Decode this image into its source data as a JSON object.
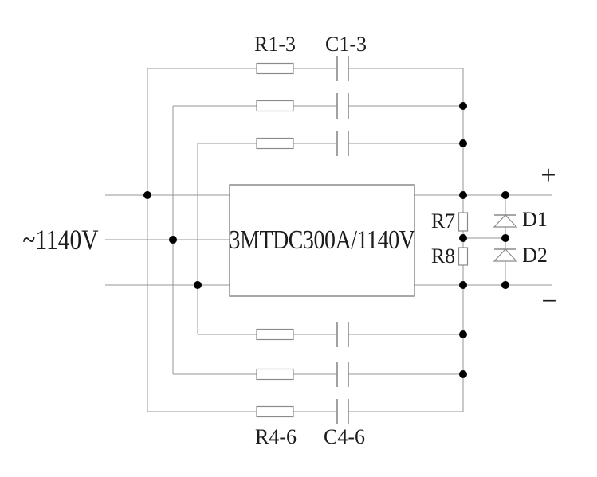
{
  "diagram": {
    "type": "three-phase-rectifier-module-schematic",
    "labels": {
      "source_voltage": "~1140V",
      "module": "3MTDC300A/1140V",
      "top_resistors": "R1-3",
      "top_capacitors": "C1-3",
      "bottom_resistors": "R4-6",
      "bottom_capacitors": "C4-6",
      "r7": "R7",
      "r8": "R8",
      "d1": "D1",
      "d2": "D2",
      "positive_terminal": "+",
      "negative_terminal": "−"
    },
    "colors": {
      "wire": "#949494",
      "component_outline": "#8a8a8a",
      "text": "#1c1c1c",
      "junction_dot": "#000000",
      "background": "#ffffff"
    }
  }
}
